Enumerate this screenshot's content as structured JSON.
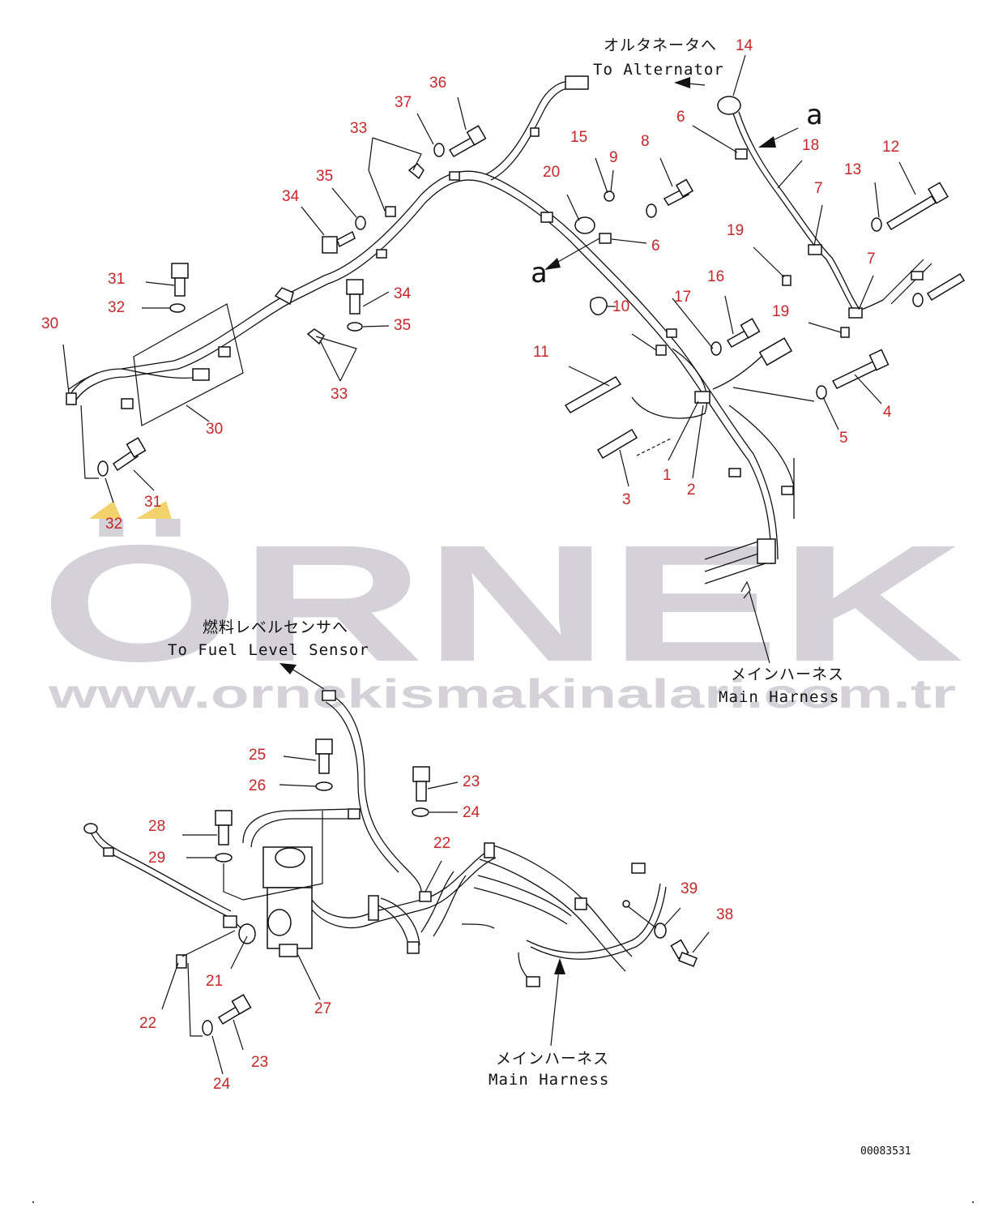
{
  "labels": {
    "to_alternator_jp": "オルタネータへ",
    "to_alternator_en": "To Alternator",
    "to_fuel_jp": "燃料レベルセンサへ",
    "to_fuel_en": "To Fuel Level Sensor",
    "main_harness_jp": "メインハーネス",
    "main_harness_en": "Main Harness",
    "view_a": "a",
    "drawing_number": "00083531"
  },
  "watermark": {
    "brand": "ÖRNEK",
    "url": "www.ornekismakinalari.com.tr"
  },
  "callouts": [
    "1",
    "2",
    "3",
    "4",
    "5",
    "6",
    "6",
    "7",
    "7",
    "8",
    "9",
    "10",
    "11",
    "12",
    "13",
    "14",
    "15",
    "16",
    "17",
    "18",
    "19",
    "19",
    "20",
    "21",
    "22",
    "22",
    "23",
    "23",
    "24",
    "24",
    "25",
    "26",
    "27",
    "28",
    "29",
    "30",
    "30",
    "31",
    "31",
    "32",
    "32",
    "33",
    "33",
    "34",
    "34",
    "35",
    "35",
    "36",
    "37",
    "38",
    "39"
  ],
  "colors": {
    "callout": "#c62828",
    "watermark": "#d4d2d8",
    "accent": "#f2d36b"
  }
}
